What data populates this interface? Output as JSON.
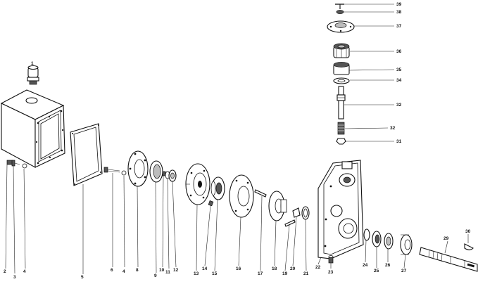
{
  "callouts": [
    "1",
    "2",
    "3",
    "4",
    "4",
    "5",
    "6",
    "8",
    "9",
    "10",
    "11",
    "12",
    "13",
    "14",
    "15",
    "16",
    "17",
    "18",
    "19",
    "20",
    "21",
    "22",
    "23",
    "24",
    "25",
    "26",
    "27",
    "29",
    "30",
    "31",
    "32",
    "32",
    "34",
    "35",
    "36",
    "37",
    "38",
    "39"
  ]
}
